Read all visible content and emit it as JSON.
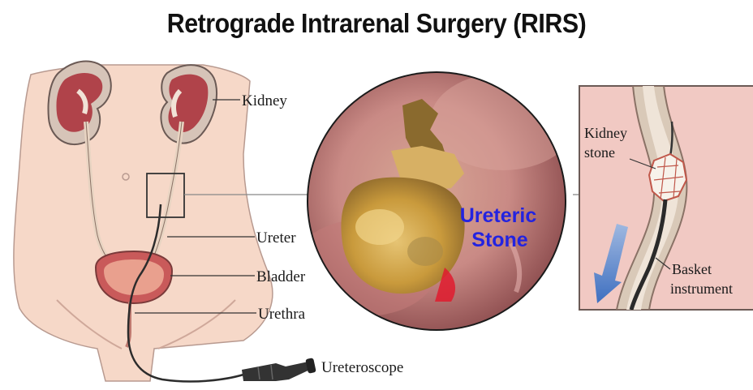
{
  "title": "Retrograde Intrarenal Surgery (RIRS)",
  "anatomy_labels": {
    "kidney": "Kidney",
    "ureter": "Ureter",
    "bladder": "Bladder",
    "urethra": "Urethra",
    "ureteroscope": "Ureteroscope"
  },
  "endoscopic_view": {
    "line1": "Ureteric",
    "line2": "Stone"
  },
  "detail_panel": {
    "kidney_stone_line1": "Kidney",
    "kidney_stone_line2": "stone",
    "basket_line1": "Basket",
    "basket_line2": "instrument"
  },
  "colors": {
    "skin": "#f6d8c8",
    "outline": "#6b5a55",
    "kidney_red": "#b0434a",
    "stone_label": "#2323e0"
  }
}
